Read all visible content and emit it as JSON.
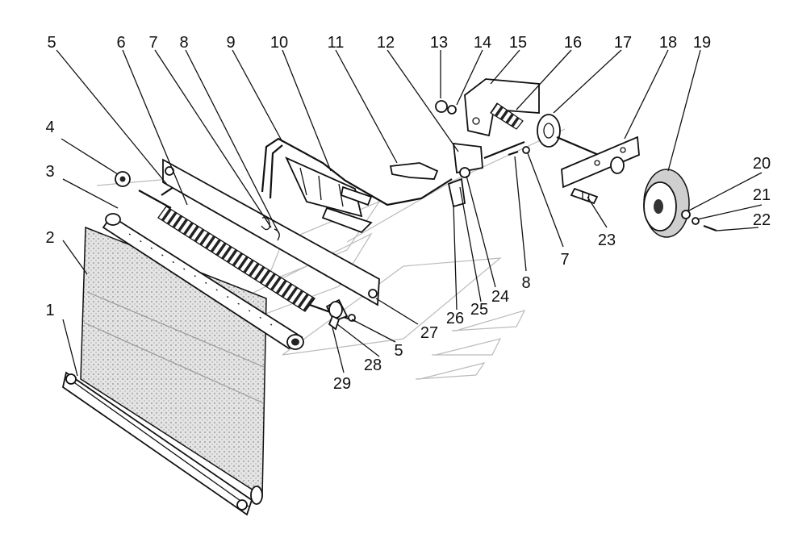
{
  "callouts": [
    "1",
    "2",
    "3",
    "4",
    "5",
    "6",
    "7",
    "8",
    "9",
    "10",
    "11",
    "12",
    "13",
    "14",
    "15",
    "16",
    "17",
    "18",
    "19",
    "20",
    "21",
    "22",
    "23",
    "7",
    "8",
    "24",
    "25",
    "26",
    "27",
    "5",
    "28",
    "29"
  ]
}
